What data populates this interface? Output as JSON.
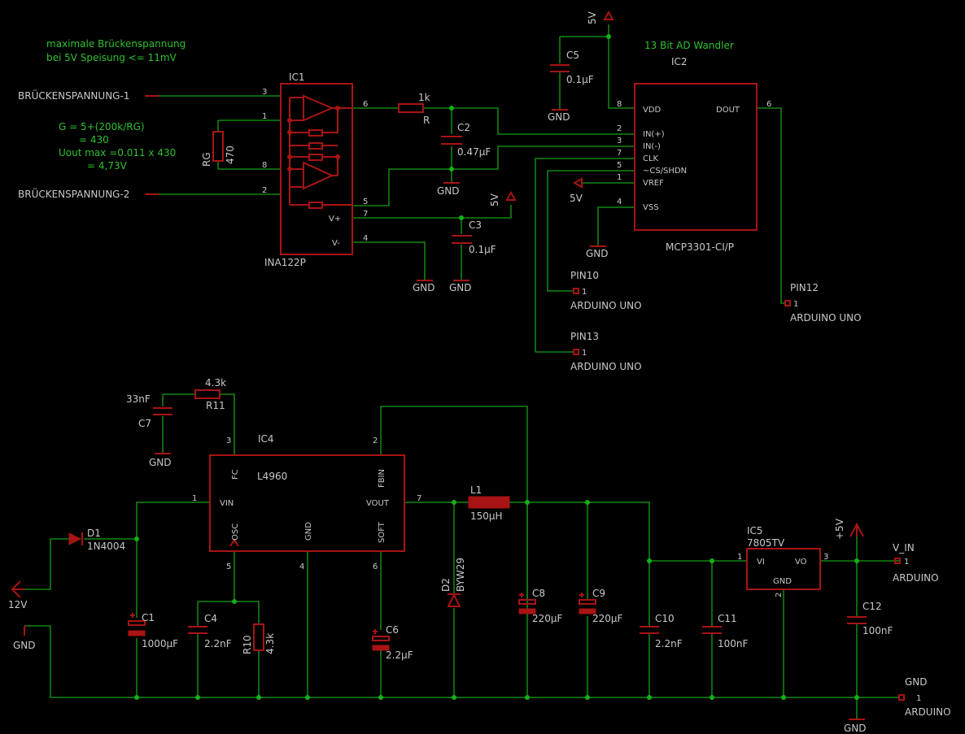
{
  "notes": {
    "bridge_max_1": "maximale Brückenspannung",
    "bridge_max_2": "bei 5V Speisung <= 11mV",
    "gain_1": "G = 5+(200k/RG)",
    "gain_2": "= 430",
    "gain_3": "Uout max =0.011 x 430",
    "gain_4": "= 4,73V",
    "adc_title": "13 Bit AD Wandler"
  },
  "nets": {
    "bridge1": "BRÜCKENSPANNUNG-1",
    "bridge2": "BRÜCKENSPANNUNG-2",
    "v5": "5V",
    "gnd": "GND",
    "v12": "12V",
    "vin": "V_IN",
    "p5v": "+5V"
  },
  "parts": {
    "ic1": "IC1",
    "ic1_value": "INA122P",
    "ic2": "IC2",
    "ic2_value": "MCP3301-CI/P",
    "ic4": "IC4",
    "ic4_value": "L4960",
    "ic5": "IC5",
    "ic5_value": "7805TV",
    "rg": "RG",
    "rg_value": "470",
    "r": "R",
    "r_value": "1k",
    "c2": "C2",
    "c2_value": "0.47µF",
    "c3": "C3",
    "c3_value": "0.1µF",
    "c5": "C5",
    "c5_value": "0.1µF",
    "c7": "C7",
    "c7_value": "33nF",
    "r11": "R11",
    "r11_value": "4.3k",
    "d1": "D1",
    "d1_value": "1N4004",
    "c1": "C1",
    "c1_value": "1000µF",
    "c4": "C4",
    "c4_value": "2.2nF",
    "r10": "R10",
    "r10_value": "4.3k",
    "c6": "C6",
    "c6_value": "2.2µF",
    "d2": "D2",
    "d2_value": "BYW29",
    "l1": "L1",
    "l1_value": "150µH",
    "c8": "C8",
    "c8_value": "220µF",
    "c9": "C9",
    "c9_value": "220µF",
    "c10": "C10",
    "c10_value": "2.2nF",
    "c11": "C11",
    "c11_value": "100nF",
    "c12": "C12",
    "c12_value": "100nF"
  },
  "ic2_pins": {
    "vdd": "VDD",
    "inp": "IN(+)",
    "inm": "IN(-)",
    "clk": "CLK",
    "cs": "~CS/SHDN",
    "vref": "VREF",
    "vss": "VSS",
    "dout": "DOUT"
  },
  "ic1_pins": {
    "vp": "V+",
    "vm": "V-"
  },
  "ic4_pins": {
    "fc": "FC",
    "fbin": "FBIN",
    "vin": "VIN",
    "vout": "VOUT",
    "osc": "OSC",
    "gnd": "GND",
    "soft": "SOFT"
  },
  "ic5_pins": {
    "vi": "VI",
    "vo": "VO",
    "gnd": "GND"
  },
  "pin_numbers": {
    "p1": "1",
    "p2": "2",
    "p3": "3",
    "p4": "4",
    "p5": "5",
    "p6": "6",
    "p7": "7",
    "p8": "8"
  },
  "connectors": {
    "pin10": "PIN10",
    "pin12": "PIN12",
    "pin13": "PIN13",
    "arduino_uno": "ARDUINO UNO",
    "arduino": "ARDUINO",
    "pin_no": "1"
  }
}
